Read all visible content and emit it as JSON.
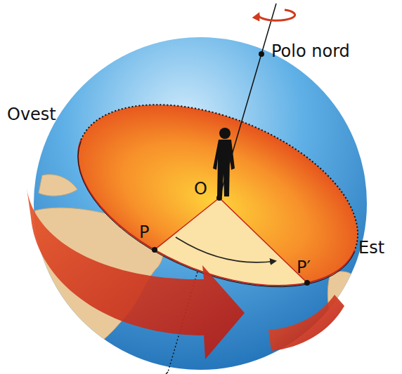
{
  "diagram": {
    "labels": [
      "Polo nord",
      "Ovest",
      "O",
      "P",
      "P′",
      "Est"
    ]
  }
}
